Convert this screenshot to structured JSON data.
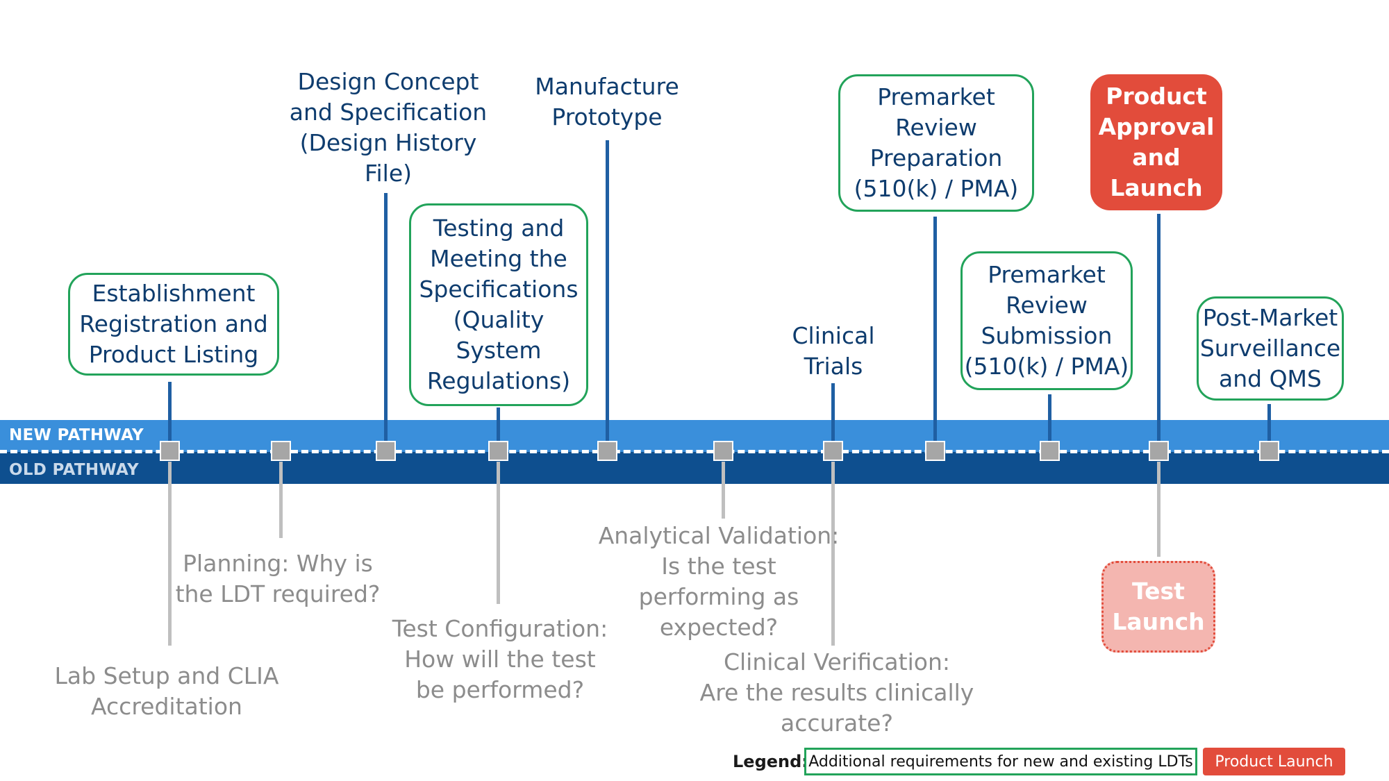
{
  "pathways": {
    "new": "NEW PATHWAY",
    "old": "OLD PATHWAY"
  },
  "new_pathway_steps": [
    {
      "text": "Establishment\nRegistration and\nProduct Listing",
      "style": "green-box"
    },
    {
      "text": "Design Concept\nand Specification\n(Design History\nFile)",
      "style": "plain"
    },
    {
      "text": "Testing and\nMeeting the\nSpecifications\n(Quality\nSystem\nRegulations)",
      "style": "green-box"
    },
    {
      "text": "Manufacture\nPrototype",
      "style": "plain"
    },
    {
      "text": "Clinical\nTrials",
      "style": "plain"
    },
    {
      "text": "Premarket\nReview\nPreparation\n(510(k) / PMA)",
      "style": "green-box"
    },
    {
      "text": "Premarket\nReview\nSubmission\n(510(k) / PMA)",
      "style": "green-box"
    },
    {
      "text": "Product\nApproval\nand\nLaunch",
      "style": "red-box"
    },
    {
      "text": "Post-Market\nSurveillance\nand QMS",
      "style": "green-box"
    }
  ],
  "old_pathway_steps": [
    {
      "text": "Lab Setup and CLIA\nAccreditation"
    },
    {
      "text": "Planning: Why is\nthe LDT required?"
    },
    {
      "text": "Test Configuration:\nHow will the test\nbe performed?"
    },
    {
      "text": "Analytical Validation:\nIs the test\nperforming as\nexpected?"
    },
    {
      "text": "Clinical Verification:\nAre the results clinically\naccurate?"
    },
    {
      "text": "Test\nLaunch",
      "style": "pink-box"
    }
  ],
  "legend": {
    "title": "Legend",
    "colon": ":",
    "green_item": "Additional requirements for new and existing LDTs",
    "red_item": "Product Launch"
  },
  "colors": {
    "new_band": "#3a8fdb",
    "old_band": "#0e4f8f",
    "green_border": "#22a35a",
    "launch_red": "#e24c3b",
    "top_text": "#0e3c6e",
    "old_text": "#8c8c8c"
  }
}
